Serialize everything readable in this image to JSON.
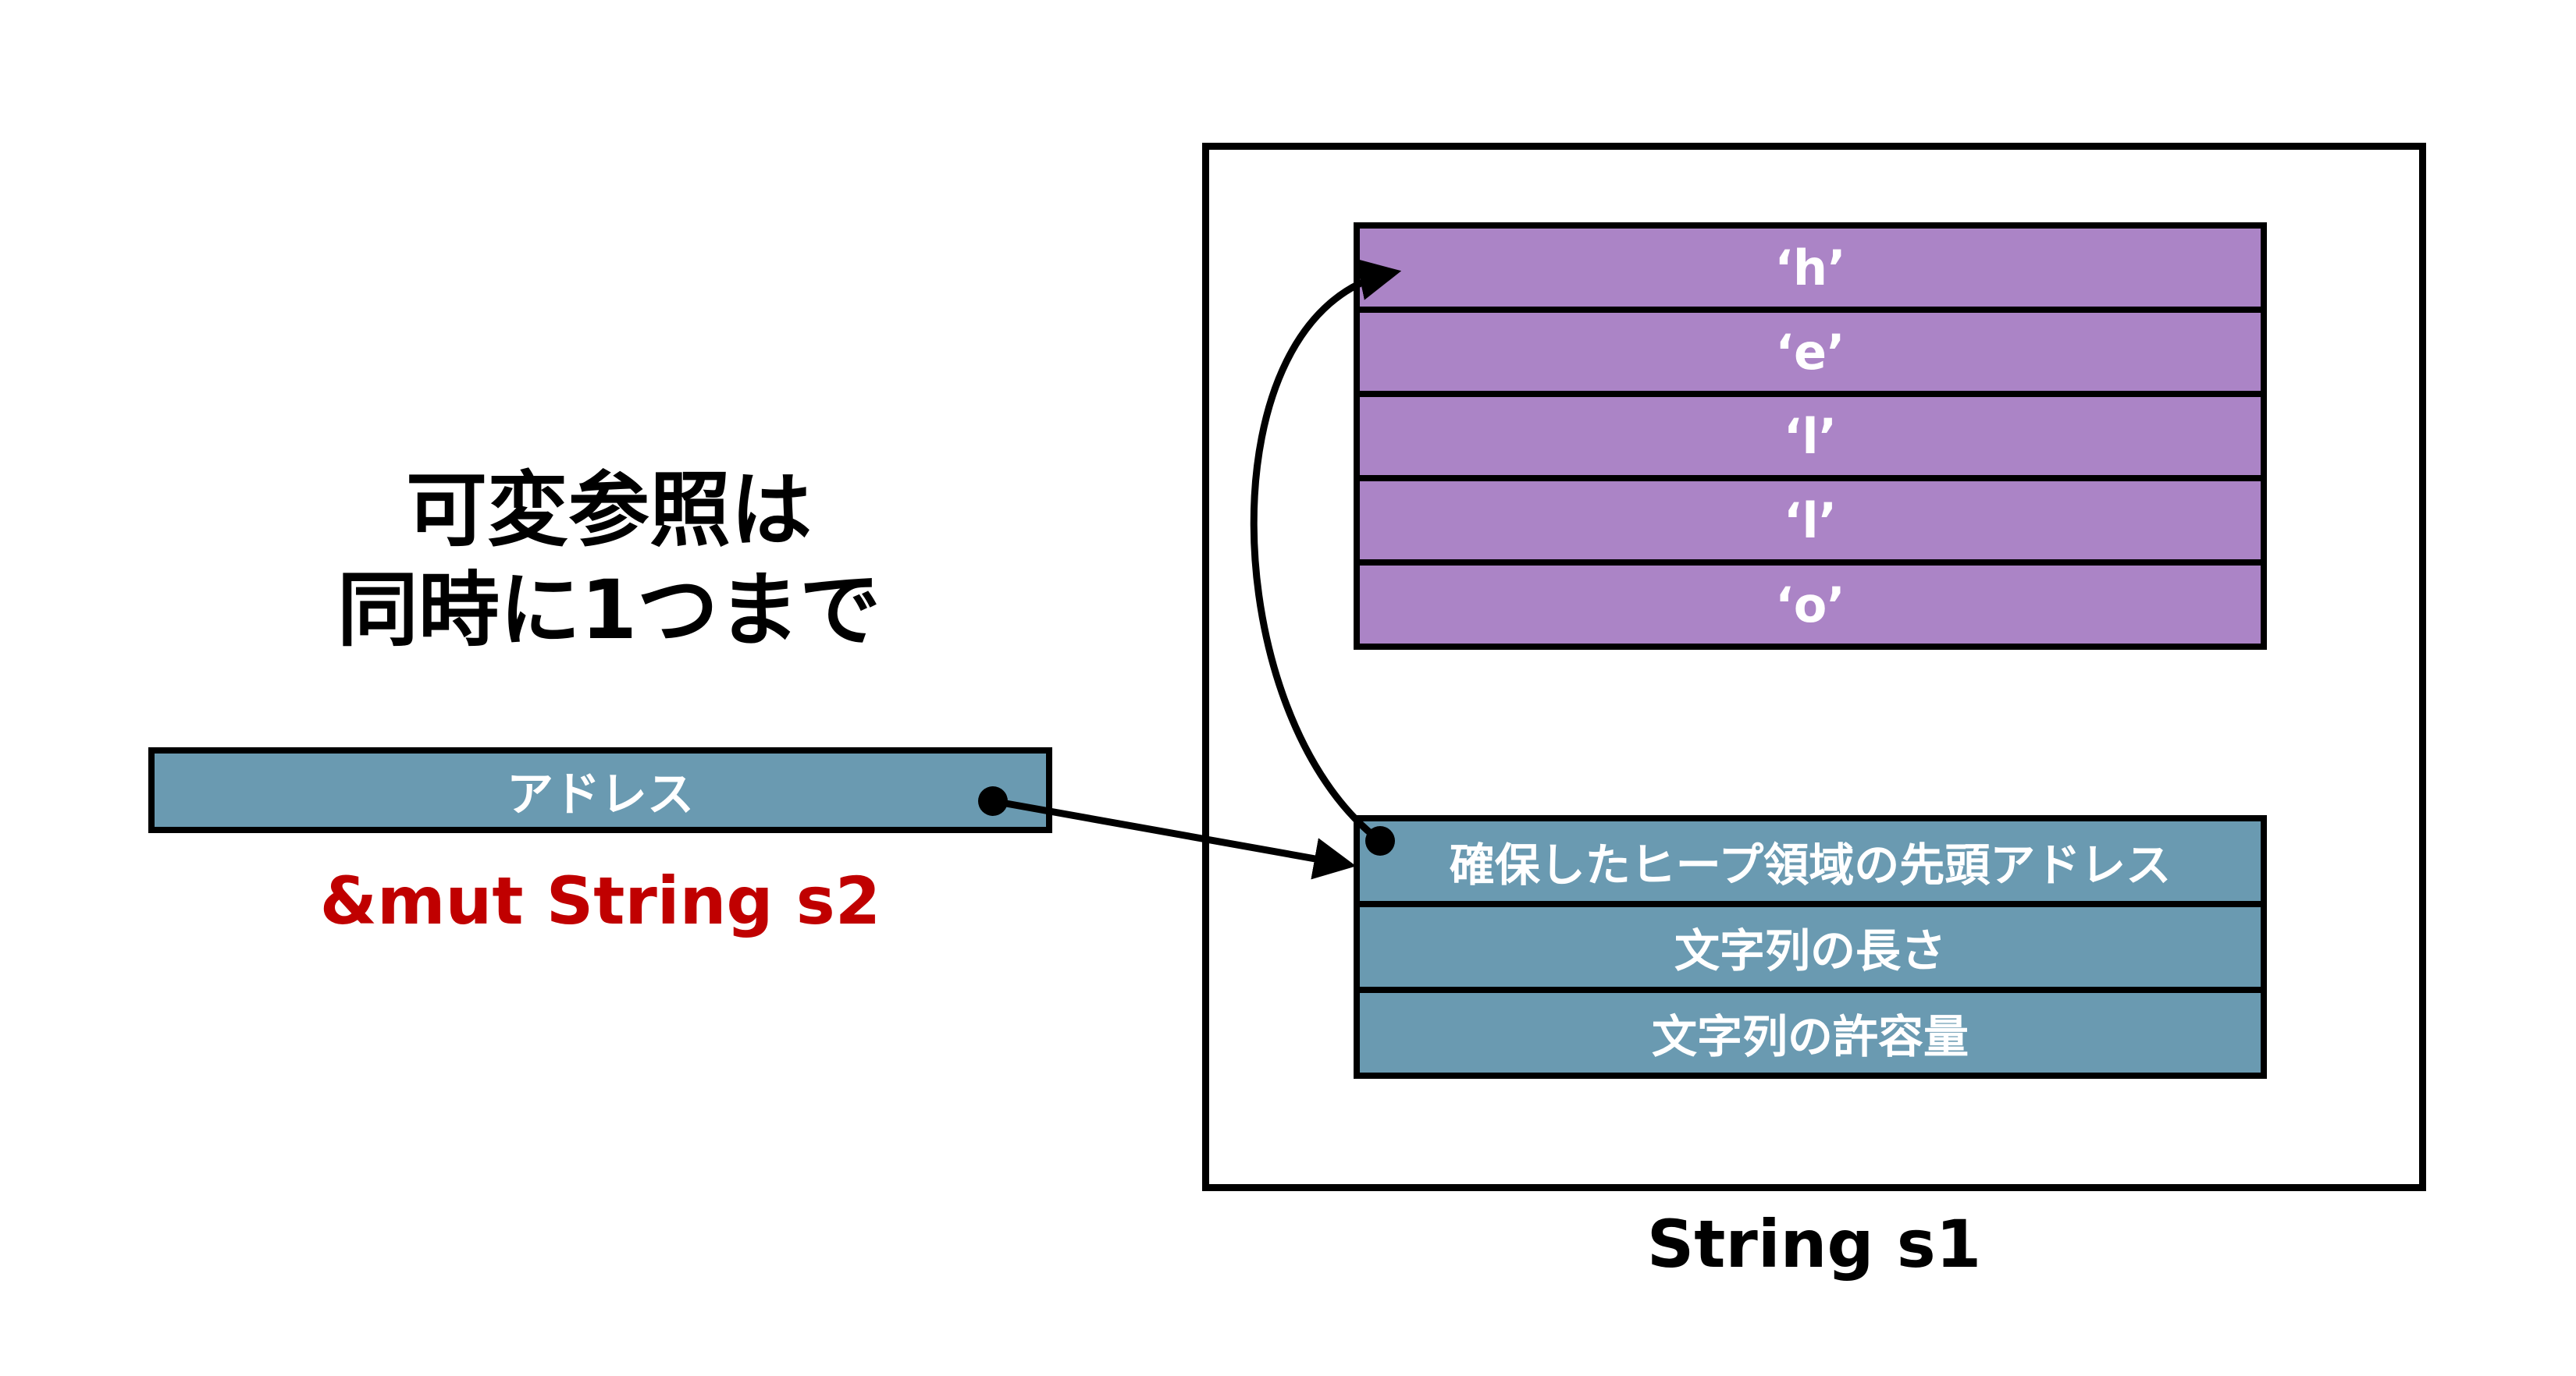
{
  "heading": {
    "line1": "可変参照は",
    "line2": "同時に1つまで"
  },
  "s2": {
    "field_label": "アドレス",
    "caption": "&mut String s2"
  },
  "s1": {
    "caption": "String s1",
    "heap_cells": [
      "‘h’",
      "‘e’",
      "‘l’",
      "‘l’",
      "‘o’"
    ],
    "fields": [
      "確保したヒープ領域の先頭アドレス",
      "文字列の長さ",
      "文字列の許容量"
    ]
  },
  "colors": {
    "heap_fill": "#ab84c6",
    "field_fill": "#6a9ab1",
    "caption_red": "#c00000",
    "border": "#000000"
  }
}
